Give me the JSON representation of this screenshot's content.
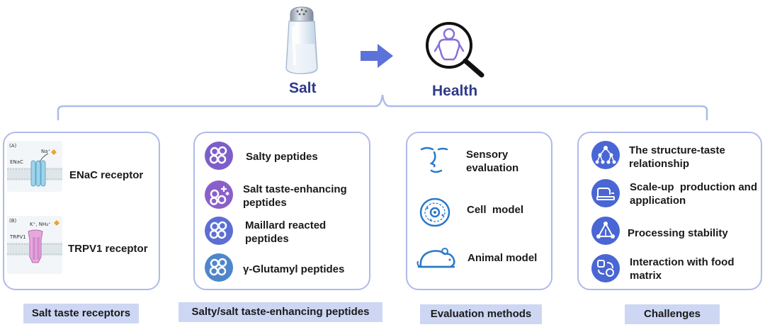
{
  "top": {
    "salt": "Salt",
    "health": "Health"
  },
  "receptors": {
    "items": [
      {
        "label": "ENaC receptor",
        "panel_tag": "(A)",
        "name": "ENaC",
        "ion": "Na⁺"
      },
      {
        "label": "TRPV1 receptor",
        "panel_tag": "(B)",
        "name": "TRPV1",
        "ion": "K⁺, NH₄⁺"
      }
    ],
    "caption": "Salt taste receptors"
  },
  "peptides": {
    "items": [
      {
        "label": "Salty peptides"
      },
      {
        "label": "Salt taste-enhancing peptides"
      },
      {
        "label": "Maillard reacted peptides"
      },
      {
        "label": "γ-Glutamyl peptides"
      }
    ],
    "caption": "Salty/salt taste-enhancing peptides"
  },
  "evaluation": {
    "items": [
      {
        "label": "Sensory evaluation"
      },
      {
        "label": "Cell  model"
      },
      {
        "label": "Animal model"
      }
    ],
    "caption": "Evaluation methods"
  },
  "challenges": {
    "items": [
      {
        "label": "The structure-taste relationship"
      },
      {
        "label": "Scale-up  production and application"
      },
      {
        "label": "Processing stability"
      },
      {
        "label": "Interaction with food matrix"
      }
    ],
    "caption": "Challenges"
  },
  "colors": {
    "panel_border": "#aebbe8",
    "caption_bg": "#cdd7f3",
    "accent": "#4a5fd0",
    "title": "#2e3a8c"
  }
}
